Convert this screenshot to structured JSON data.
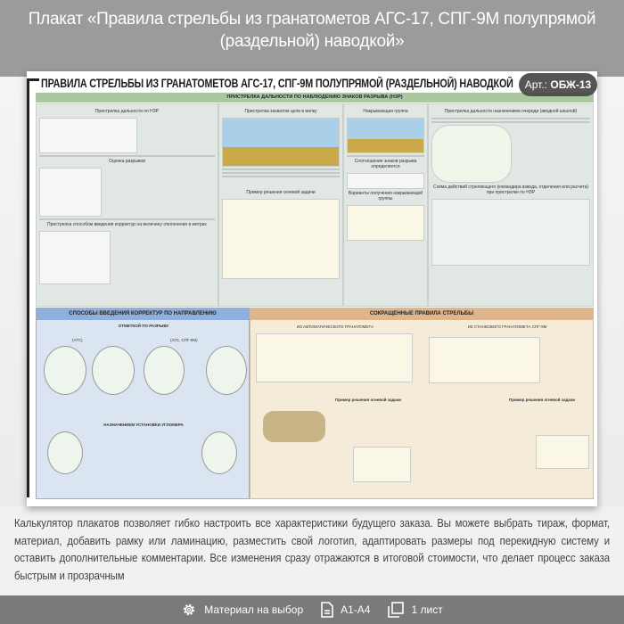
{
  "header": {
    "title": "Плакат «Правила стрельбы из гранатометов АГС-17, СПГ-9М полупрямой (раздельной) наводкой»"
  },
  "badge": {
    "label": "Арт.:",
    "code": "ОБЖ-13"
  },
  "poster": {
    "title": "ПРАВИЛА СТРЕЛЬБЫ ИЗ ГРАНАТОМЕТОВ АГС-17, СПГ-9М ПОЛУПРЯМОЙ (РАЗДЕЛЬНОЙ) НАВОДКОЙ",
    "top_section": "ПРИСТРЕЛКА ДАЛЬНОСТИ ПО НАБЛЮДЕНИЮ ЗНАКОВ РАЗРЫВА (НЗР)",
    "col1": [
      "Пристрелка дальности по НЗР",
      "Оценка разрывов",
      "Пристрелка способом введения корректур на величину отклонения в метрах"
    ],
    "col2": [
      "Пристрелка захватом цели в вилку",
      "Пример решения огневой задачи"
    ],
    "col3": [
      "Накрывающая группа",
      "Соотношение знаков разрыва определяется",
      "Варианты получения накрывающей группы"
    ],
    "col4": [
      "Пристрелка дальности назначением очереди (вводной шкалой)",
      "Схема действий стреляющего (командира взвода, отделения или расчета) при пристрелке по НЗР"
    ],
    "left_bottom": {
      "title": "СПОСОБЫ ВВЕДЕНИЯ КОРРЕКТУР ПО НАПРАВЛЕНИЮ",
      "sub1": "ОТМЕТКОЙ ПО РАЗРЫВУ",
      "agc": "(АГС)",
      "agc_spg": "(АГС, СПГ-9М)",
      "sub2": "НАЗНАЧЕНИЕМ УСТАНОВКИ УГЛОМЕРА"
    },
    "right_bottom": {
      "title": "СОКРАЩЕННЫЕ ПРАВИЛА СТРЕЛЬБЫ",
      "sub1": "ИЗ АВТОМАТИЧЕСКОГО ГРАНАТОМЕТА",
      "sub2": "ИЗ СТАНКОВОГО ГРАНАТОМЕТА СПГ-9М",
      "example": "Пример решения огневой задачи"
    }
  },
  "description": "Калькулятор плакатов позволяет гибко настроить все характеристики будущего заказа. Вы можете выбрать тираж, формат, материал, добавить рамку или ламинацию, разместить свой логотип, адаптировать размеры под перекидную систему и оставить дополнительные комментарии. Все изменения сразу отражаются в итоговой стоимости, что делает процесс заказа быстрым и прозрачным",
  "footer": {
    "material": "Материал на выбор",
    "format": "А1-А4",
    "sheets": "1 лист"
  }
}
